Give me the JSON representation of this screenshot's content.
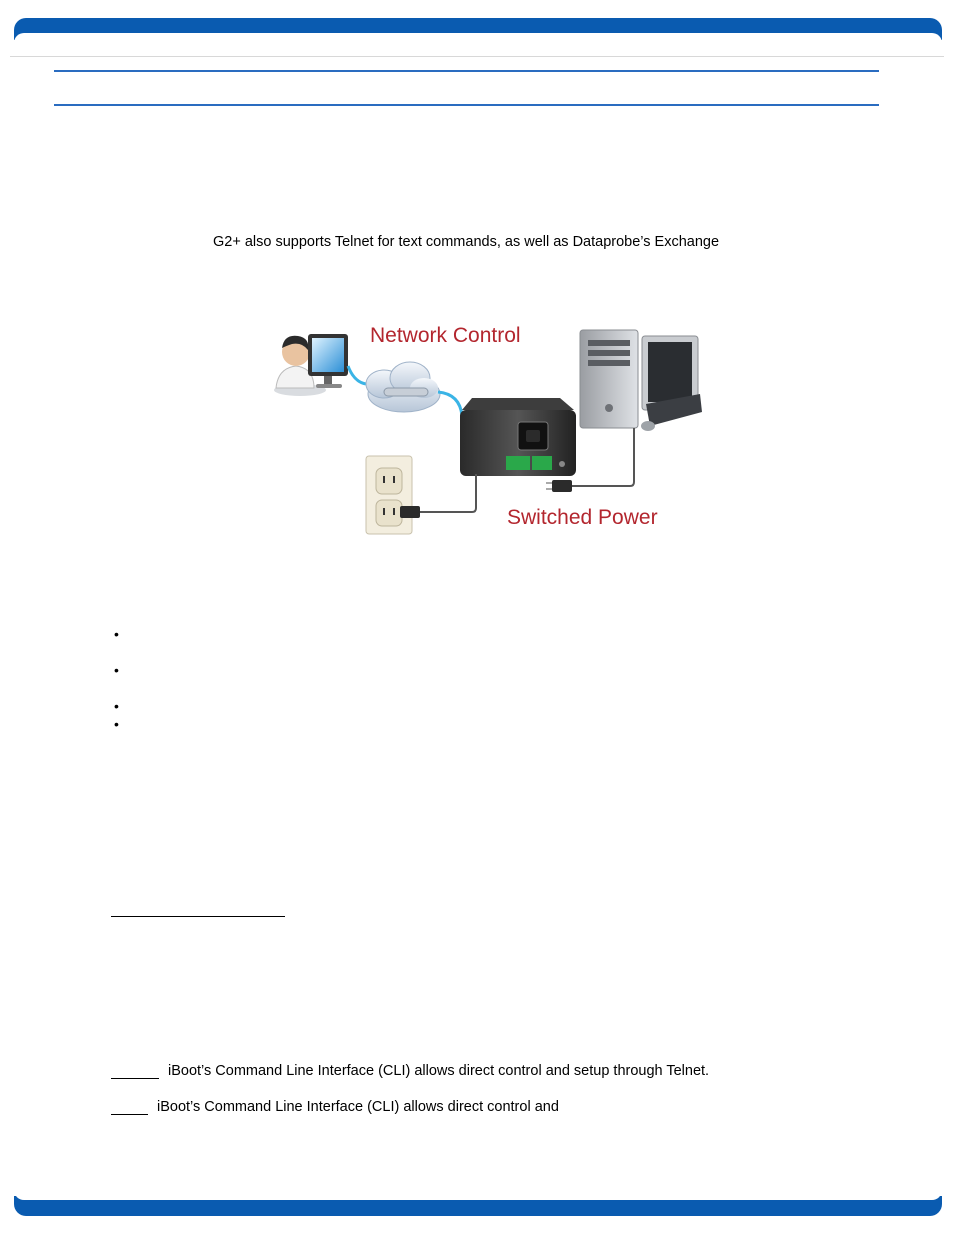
{
  "intro": {
    "telnet_sentence": "G2+ also supports Telnet for text commands, as well as Dataprobe’s Exchange"
  },
  "diagram": {
    "network_label": "Network Control",
    "power_label": "Switched Power"
  },
  "bullets": [
    {
      "text": ""
    },
    {
      "text": ""
    },
    {
      "text": ""
    },
    {
      "text": ""
    }
  ],
  "cli_lines": [
    {
      "text": "iBoot’s Command Line Interface (CLI) allows direct control and setup through Telnet."
    },
    {
      "text": "iBoot’s Command Line Interface (CLI) allows direct control and"
    }
  ],
  "colors": {
    "brand_blue": "#0a5bb0",
    "rule_blue": "#2a6cc0",
    "label_red": "#b3262e"
  }
}
